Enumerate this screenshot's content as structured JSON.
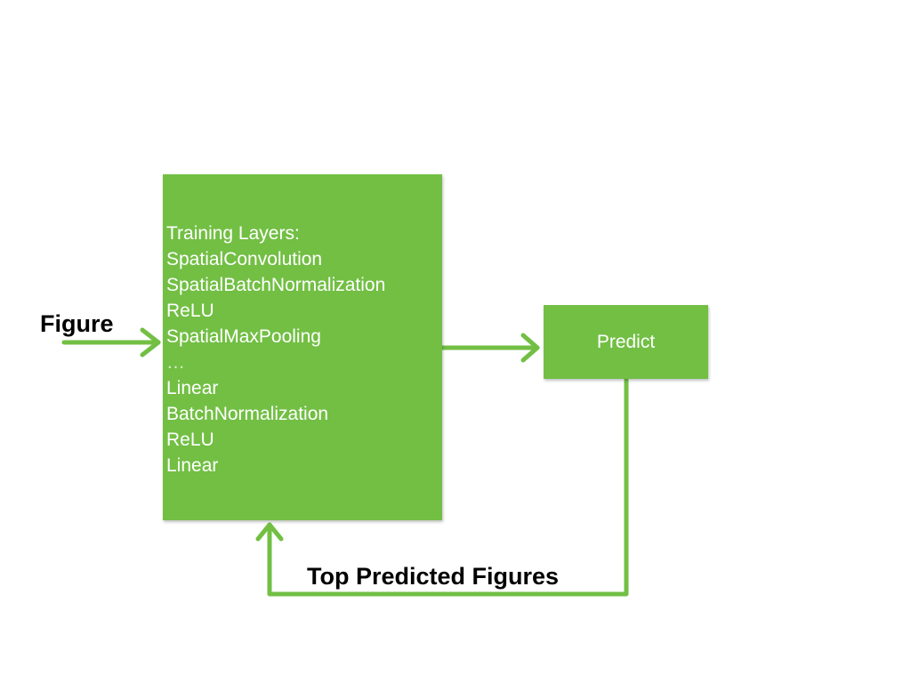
{
  "input_label": "Figure",
  "training_box": {
    "lines": [
      "Training Layers:",
      "SpatialConvolution",
      "SpatialBatchNormalization",
      "ReLU",
      "SpatialMaxPooling",
      "…",
      "Linear",
      "BatchNormalization",
      "ReLU",
      "Linear"
    ]
  },
  "predict_box": {
    "label": "Predict"
  },
  "feedback_label": "Top Predicted Figures",
  "colors": {
    "box_fill": "#72bf44",
    "arrow": "#72bf44",
    "box_text": "#ffffff",
    "label_text": "#000000"
  }
}
